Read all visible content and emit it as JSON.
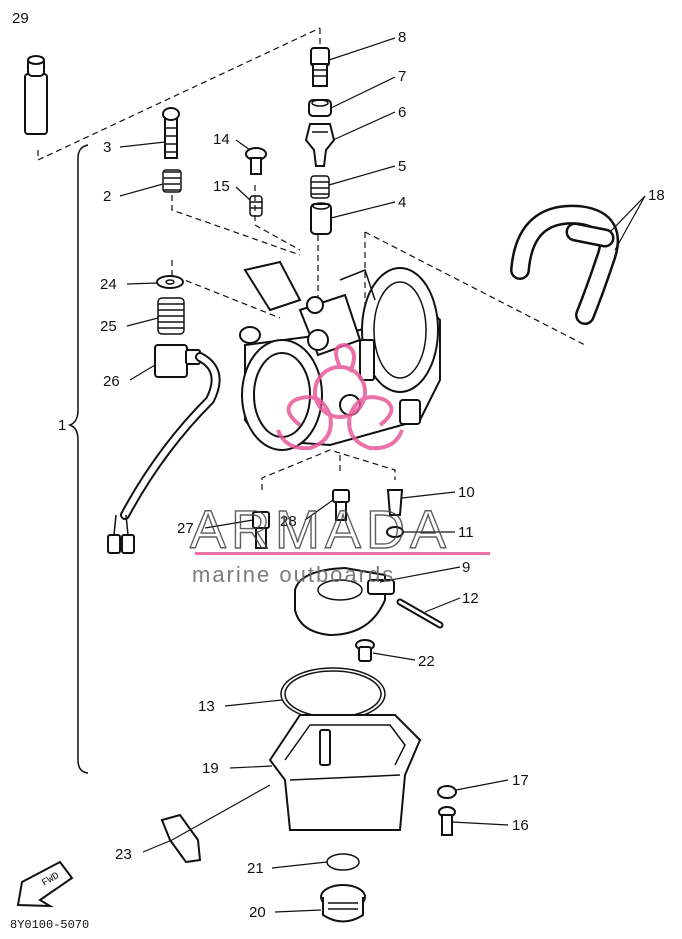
{
  "diagram": {
    "parts": [
      {
        "key": "p1",
        "label": "1"
      },
      {
        "key": "p2",
        "label": "2"
      },
      {
        "key": "p3",
        "label": "3"
      },
      {
        "key": "p4",
        "label": "4"
      },
      {
        "key": "p5",
        "label": "5"
      },
      {
        "key": "p6",
        "label": "6"
      },
      {
        "key": "p7",
        "label": "7"
      },
      {
        "key": "p8",
        "label": "8"
      },
      {
        "key": "p9",
        "label": "9"
      },
      {
        "key": "p10",
        "label": "10"
      },
      {
        "key": "p11",
        "label": "11"
      },
      {
        "key": "p12",
        "label": "12"
      },
      {
        "key": "p13",
        "label": "13"
      },
      {
        "key": "p14",
        "label": "14"
      },
      {
        "key": "p15",
        "label": "15"
      },
      {
        "key": "p16",
        "label": "16"
      },
      {
        "key": "p17",
        "label": "17"
      },
      {
        "key": "p18",
        "label": "18"
      },
      {
        "key": "p19",
        "label": "19"
      },
      {
        "key": "p20",
        "label": "20"
      },
      {
        "key": "p21",
        "label": "21"
      },
      {
        "key": "p22",
        "label": "22"
      },
      {
        "key": "p23",
        "label": "23"
      },
      {
        "key": "p24",
        "label": "24"
      },
      {
        "key": "p25",
        "label": "25"
      },
      {
        "key": "p26",
        "label": "26"
      },
      {
        "key": "p27",
        "label": "27"
      },
      {
        "key": "p28",
        "label": "28"
      },
      {
        "key": "p29",
        "label": "29"
      }
    ],
    "drawing_code": "8Y0100-5070",
    "fwd_label": "FWD"
  },
  "watermark": {
    "title": "ARMADA",
    "subtitle": "marine outboards",
    "accent_color": "#e85a9a"
  },
  "colors": {
    "ink": "#111111",
    "background": "#ffffff"
  }
}
